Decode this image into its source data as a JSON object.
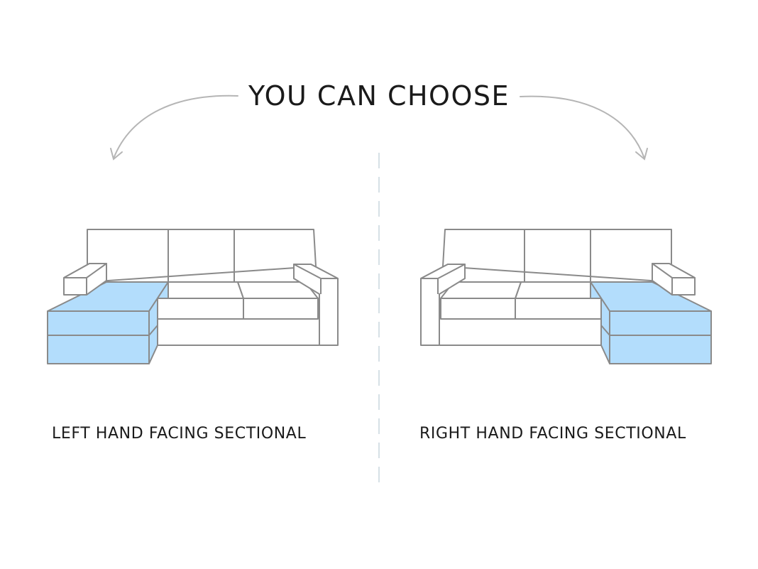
{
  "heading": "YOU CAN CHOOSE",
  "options": [
    {
      "label": "LEFT HAND FACING SECTIONAL",
      "chaise_side": "left",
      "icon": "sectional-sofa-left-chaise"
    },
    {
      "label": "RIGHT HAND FACING SECTIONAL",
      "chaise_side": "right",
      "icon": "sectional-sofa-right-chaise"
    }
  ],
  "colors": {
    "chaise_highlight": "#b3ddfc",
    "outline": "#8a8a8a",
    "arrow": "#b5b5b5",
    "text": "#1a1a1a"
  }
}
